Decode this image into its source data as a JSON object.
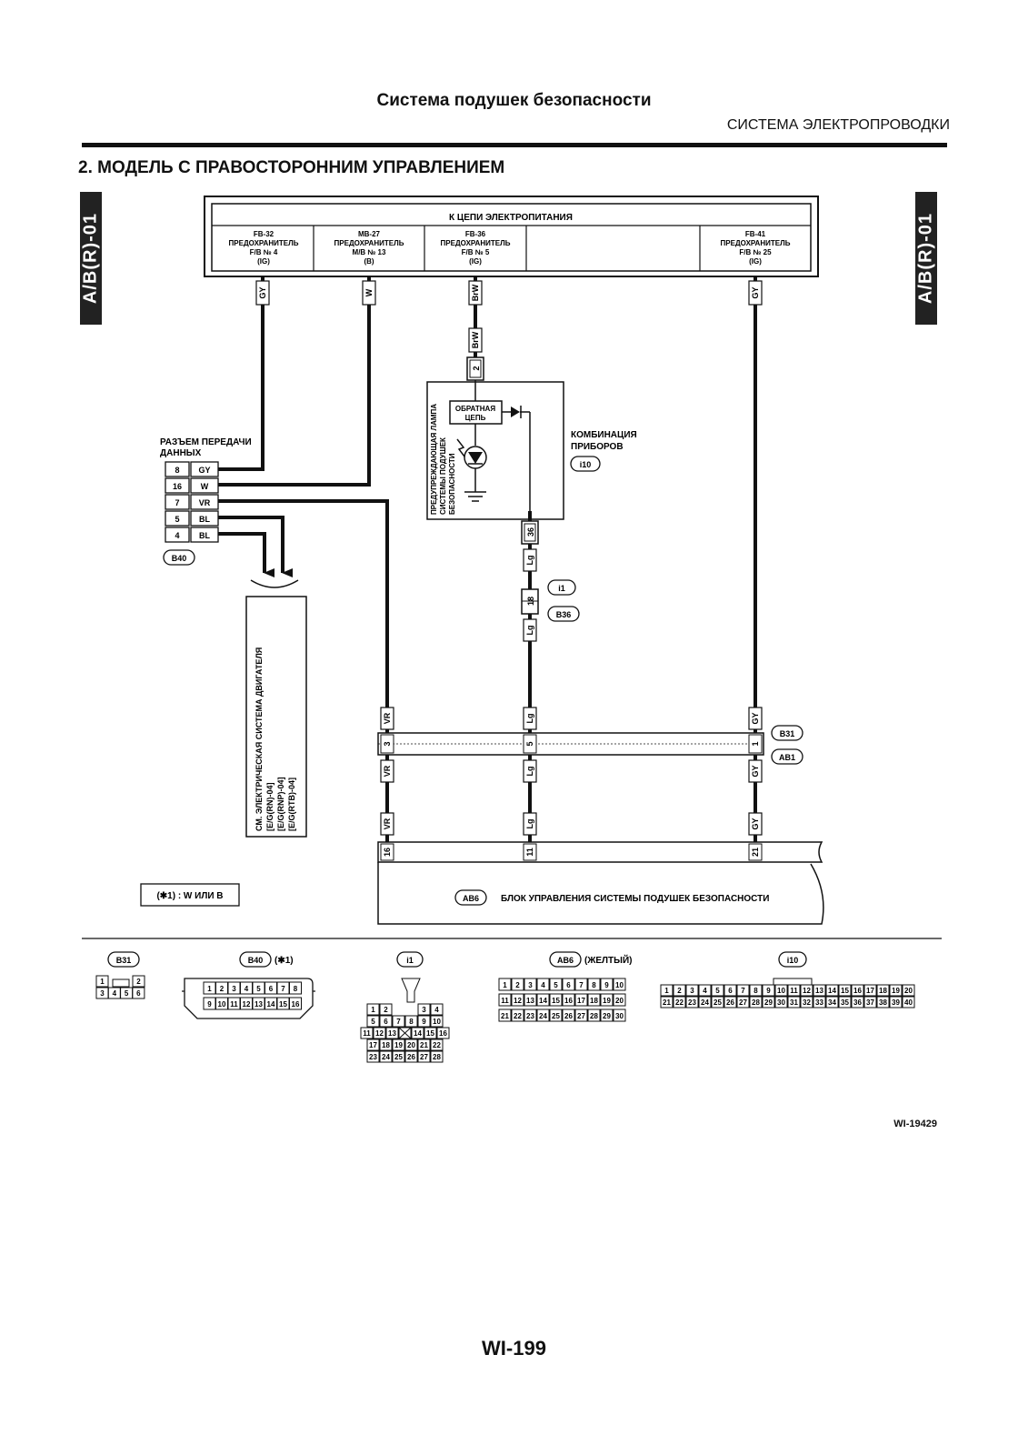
{
  "header": {
    "title": "Система подушек безопасности",
    "subtitle": "СИСТЕМА ЭЛЕКТРОПРОВОДКИ"
  },
  "section_title": "2. МОДЕЛЬ С ПРАВОСТОРОННИМ УПРАВЛЕНИЕМ",
  "side_tab": "A/B(R)-01",
  "power": {
    "title": "К ЦЕПИ ЭЛЕКТРОПИТАНИЯ",
    "fuses": [
      {
        "id": "FB-32",
        "kind": "ПРЕДОХРАНИТЕЛЬ",
        "no": "F/B № 4",
        "circuit": "(IG)",
        "wire": "GY"
      },
      {
        "id": "MB-27",
        "kind": "ПРЕДОХРАНИТЕЛЬ",
        "no": "M/B № 13",
        "circuit": "(B)",
        "wire": "W"
      },
      {
        "id": "FB-36",
        "kind": "ПРЕДОХРАНИТЕЛЬ",
        "no": "F/B № 5",
        "circuit": "(IG)",
        "wire": "BrW"
      },
      {
        "id": "FB-41",
        "kind": "ПРЕДОХРАНИТЕЛЬ",
        "no": "F/B № 25",
        "circuit": "(IG)",
        "wire": "GY"
      }
    ]
  },
  "data_link": {
    "label_line1": "РАЗЪЕМ ПЕРЕДАЧИ",
    "label_line2": "ДАННЫХ",
    "connector": "B40",
    "pins": [
      {
        "pin": "8",
        "wire": "GY"
      },
      {
        "pin": "16",
        "wire": "W"
      },
      {
        "pin": "7",
        "wire": "VR"
      },
      {
        "pin": "5",
        "wire": "BL"
      },
      {
        "pin": "4",
        "wire": "BL"
      }
    ]
  },
  "engine_ref": {
    "lines": [
      "СМ. ЭЛЕКТРИЧЕСКАЯ СИСТЕМА ДВИГАТЕЛЯ",
      "[E/G(RN)-04]",
      "[E/G(RNP)-04]",
      "[E/G(RTB)-04]"
    ]
  },
  "combination_meter": {
    "label_line1": "КОМБИНАЦИЯ",
    "label_line2": "ПРИБОРОВ",
    "connector": "i10",
    "lamp_lines": [
      "ПРЕДУПРЕЖДАЮЩАЯ ЛАМПА",
      "СИСТЕМЫ ПОДУШЕК",
      "БЕЗОПАСНОСТИ"
    ],
    "return_line1": "ОБРАТНАЯ",
    "return_line2": "ЦЕПЬ",
    "pin_in": "2",
    "wire_in": "BrW",
    "pin_out": "36",
    "wire_out": "Lg"
  },
  "junction": {
    "pin": "18",
    "wire": "Lg",
    "conn_a": "i1",
    "conn_b": "B36"
  },
  "b31_ab1": {
    "conn_a": "B31",
    "conn_b": "AB1",
    "pins": [
      {
        "pin": "3",
        "wire": "VR"
      },
      {
        "pin": "5",
        "wire": "Lg"
      },
      {
        "pin": "1",
        "wire": "GY"
      }
    ]
  },
  "ab6": {
    "connector": "AB6",
    "label": "БЛОК УПРАВЛЕНИЯ СИСТЕМЫ ПОДУШЕК БЕЗОПАСНОСТИ",
    "pins": [
      {
        "pin": "16",
        "wire": "VR"
      },
      {
        "pin": "11",
        "wire": "Lg"
      },
      {
        "pin": "21",
        "wire": "GY"
      }
    ]
  },
  "note": "(✱1) : W ИЛИ B",
  "connector_views": {
    "b31": {
      "name": "B31"
    },
    "b40": {
      "name": "B40",
      "note": "(✱1)"
    },
    "i1": {
      "name": "i1"
    },
    "ab6": {
      "name": "AB6",
      "note": "(ЖЕЛТЫЙ)"
    },
    "i10": {
      "name": "i10"
    }
  },
  "figure_id": "WI-19429",
  "page_number": "WI-199"
}
